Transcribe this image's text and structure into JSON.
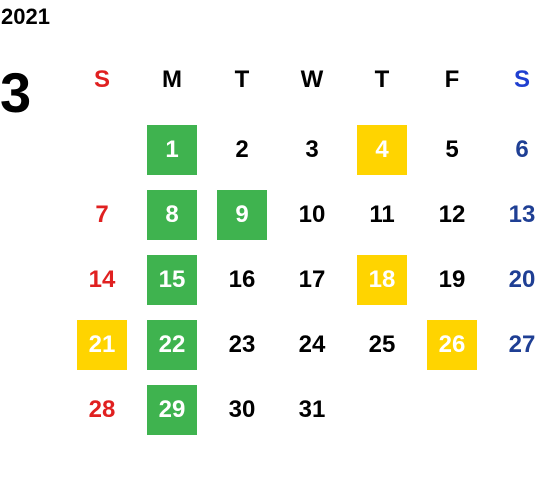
{
  "calendar": {
    "year": "2021",
    "month": "3",
    "weekdays": [
      {
        "label": "S",
        "color": "#e02020"
      },
      {
        "label": "M",
        "color": "#000000"
      },
      {
        "label": "T",
        "color": "#000000"
      },
      {
        "label": "W",
        "color": "#000000"
      },
      {
        "label": "T",
        "color": "#000000"
      },
      {
        "label": "F",
        "color": "#000000"
      },
      {
        "label": "S",
        "color": "#1f3fd0"
      }
    ],
    "highlight_colors": {
      "green": "#3fb34f",
      "yellow": "#ffd400"
    },
    "days": [
      {
        "day": "1",
        "highlight": "green"
      },
      {
        "day": "2",
        "highlight": ""
      },
      {
        "day": "3",
        "highlight": ""
      },
      {
        "day": "4",
        "highlight": "yellow"
      },
      {
        "day": "5",
        "highlight": ""
      },
      {
        "day": "6",
        "highlight": ""
      },
      {
        "day": "7",
        "highlight": ""
      },
      {
        "day": "8",
        "highlight": "green"
      },
      {
        "day": "9",
        "highlight": "green"
      },
      {
        "day": "10",
        "highlight": ""
      },
      {
        "day": "11",
        "highlight": ""
      },
      {
        "day": "12",
        "highlight": ""
      },
      {
        "day": "13",
        "highlight": ""
      },
      {
        "day": "14",
        "highlight": ""
      },
      {
        "day": "15",
        "highlight": "green"
      },
      {
        "day": "16",
        "highlight": ""
      },
      {
        "day": "17",
        "highlight": ""
      },
      {
        "day": "18",
        "highlight": "yellow"
      },
      {
        "day": "19",
        "highlight": ""
      },
      {
        "day": "20",
        "highlight": ""
      },
      {
        "day": "21",
        "highlight": "yellow"
      },
      {
        "day": "22",
        "highlight": "green"
      },
      {
        "day": "23",
        "highlight": ""
      },
      {
        "day": "24",
        "highlight": ""
      },
      {
        "day": "25",
        "highlight": ""
      },
      {
        "day": "26",
        "highlight": "yellow"
      },
      {
        "day": "27",
        "highlight": ""
      },
      {
        "day": "28",
        "highlight": ""
      },
      {
        "day": "29",
        "highlight": "green"
      },
      {
        "day": "30",
        "highlight": ""
      },
      {
        "day": "31",
        "highlight": ""
      }
    ]
  }
}
